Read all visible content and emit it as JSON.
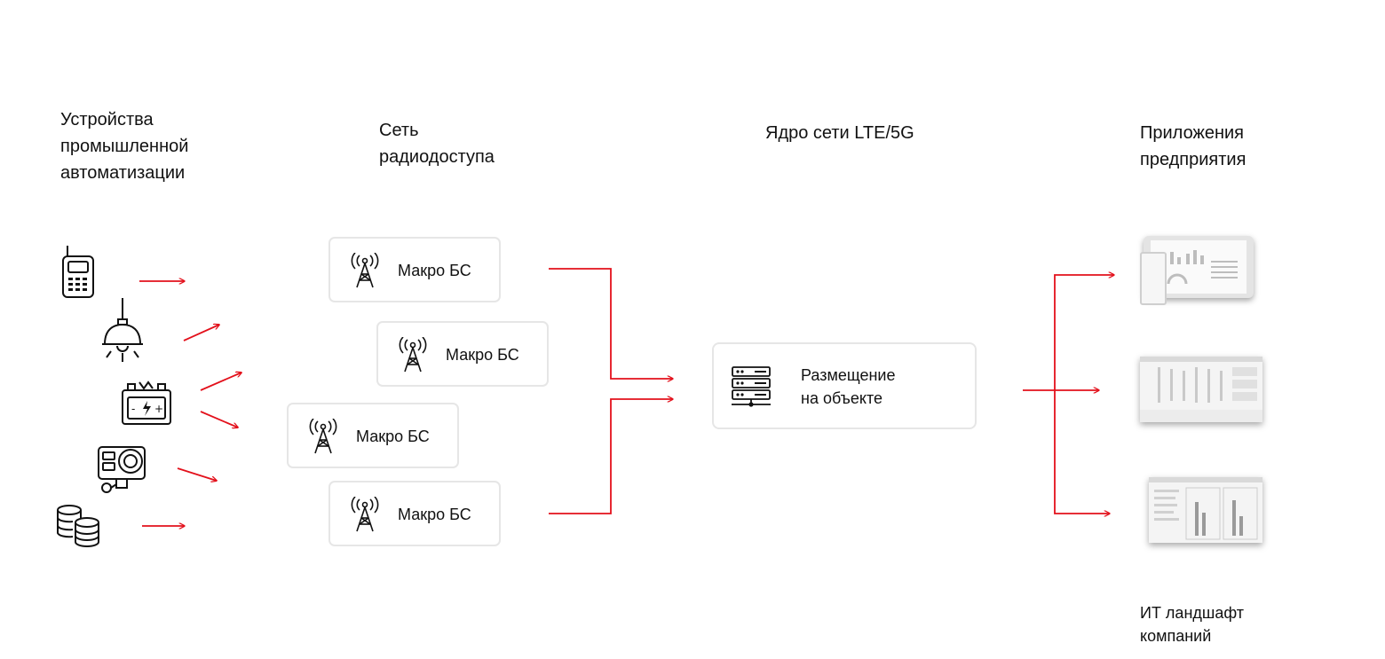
{
  "headers": {
    "devices": "Устройства\nпромышленной\nавтоматизации",
    "ran": "Сеть\nрадиодоступа",
    "core": "Ядро сети LTE/5G",
    "apps": "Приложения\nпредприятия"
  },
  "base_stations": [
    {
      "label": "Макро БС"
    },
    {
      "label": "Макро БС"
    },
    {
      "label": "Макро БС"
    },
    {
      "label": "Макро БС"
    }
  ],
  "core_node": {
    "label": "Размещение\nна объекте",
    "icon": "server-rack-icon"
  },
  "devices": [
    {
      "icon": "walkie-talkie-icon"
    },
    {
      "icon": "ceiling-lamp-icon"
    },
    {
      "icon": "battery-icon"
    },
    {
      "icon": "camera-icon"
    },
    {
      "icon": "database-icon"
    }
  ],
  "apps": [
    {
      "icon": "tablet-dashboard-icon"
    },
    {
      "icon": "scada-screen-icon"
    },
    {
      "icon": "report-screen-icon"
    }
  ],
  "footer": "ИТ ландшафт\nкомпаний",
  "colors": {
    "arrow": "#e3101b",
    "box_border": "#e6e6e6",
    "text": "#111111"
  }
}
